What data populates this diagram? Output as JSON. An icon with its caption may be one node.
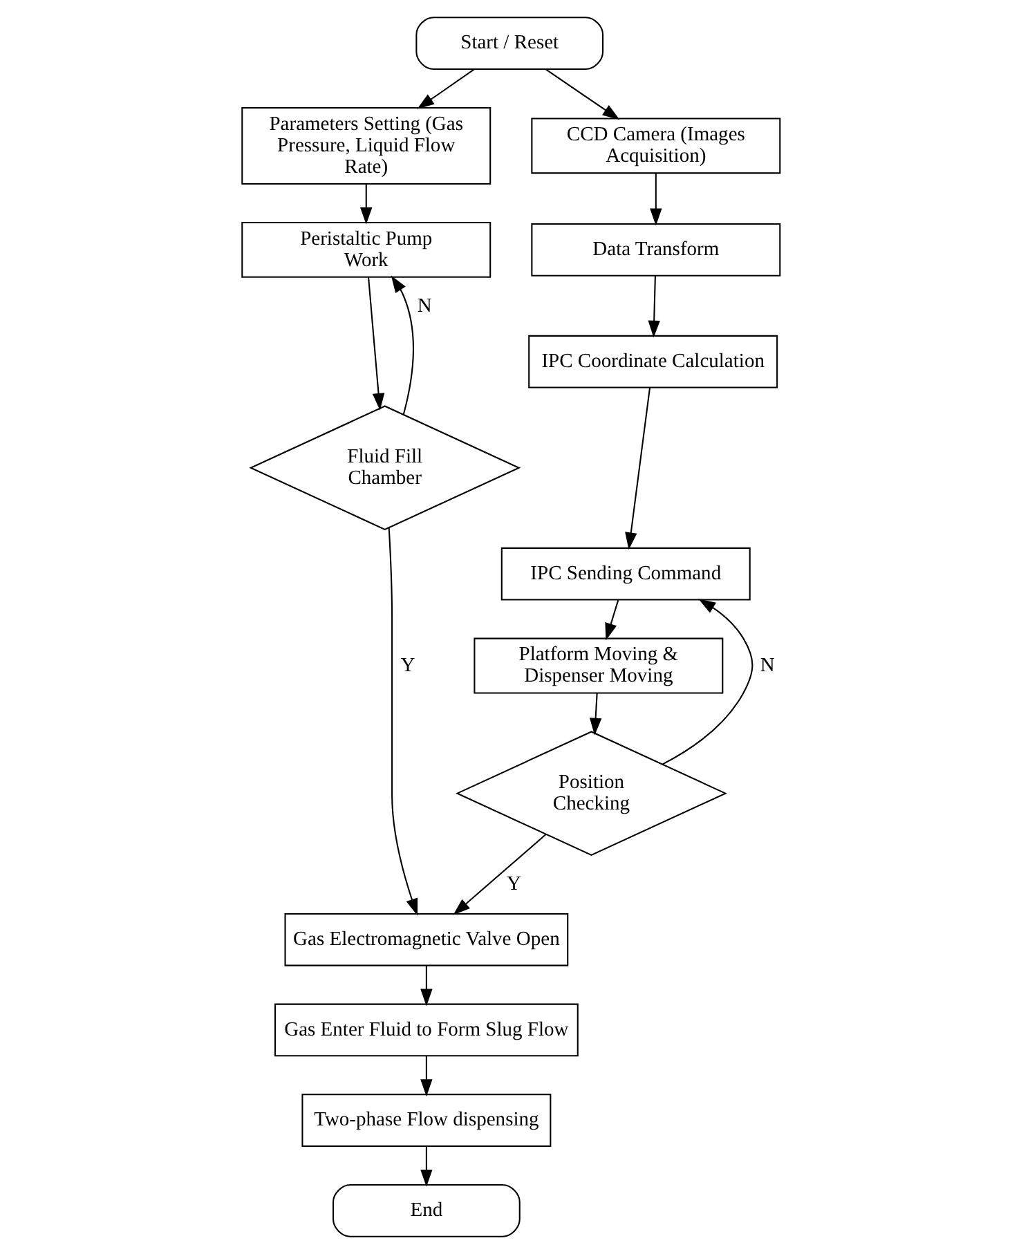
{
  "diagram": {
    "nodes": [
      {
        "text": [
          "Start / Reset"
        ]
      },
      {
        "text": [
          "Parameters Setting (Gas Pressure, Liquid Flow Rate)"
        ]
      },
      {
        "text": [
          "Peristaltic Pump Work"
        ]
      },
      {
        "text": [
          "Fluid Fill Chamber"
        ]
      },
      {
        "text": [
          "CCD Camera (Images Acquisition)"
        ]
      },
      {
        "text": [
          "Data Transform"
        ]
      },
      {
        "text": [
          "IPC Coordinate Calculation"
        ]
      },
      {
        "text": [
          "IPC Sending Command"
        ]
      },
      {
        "text": [
          "Platform Moving & Dispenser Moving"
        ]
      },
      {
        "text": [
          "Position Checking"
        ]
      },
      {
        "text": [
          "Gas Electromagnetic Valve Open"
        ]
      },
      {
        "text": [
          "Gas Enter Fluid to Form Slug Flow"
        ]
      },
      {
        "text": [
          "Two-phase Flow dispensing"
        ]
      },
      {
        "text": [
          "End"
        ]
      }
    ],
    "edges": [
      {
        "from": 0,
        "to": 1,
        "arrow": "to"
      },
      {
        "from": 0,
        "to": 4,
        "arrow": "to"
      },
      {
        "from": 1,
        "to": 2,
        "arrow": "to"
      },
      {
        "from": 2,
        "to": 3,
        "arrow": "to"
      },
      {
        "from": 3,
        "to": 2,
        "arrow": "to",
        "label": "N"
      },
      {
        "from": 3,
        "to": 10,
        "arrow": "to",
        "label": "Y"
      },
      {
        "from": 4,
        "to": 5,
        "arrow": "to"
      },
      {
        "from": 5,
        "to": 6,
        "arrow": "to"
      },
      {
        "from": 6,
        "to": 7,
        "arrow": "to"
      },
      {
        "from": 7,
        "to": 8,
        "arrow": "to"
      },
      {
        "from": 8,
        "to": 9,
        "arrow": "to"
      },
      {
        "from": 9,
        "to": 7,
        "arrow": "to",
        "label": "N"
      },
      {
        "from": 9,
        "to": 10,
        "arrow": "to",
        "label": "Y"
      },
      {
        "from": 10,
        "to": 11,
        "arrow": "to"
      },
      {
        "from": 11,
        "to": 12,
        "arrow": "to"
      },
      {
        "from": 12,
        "to": 13,
        "arrow": "to"
      }
    ]
  }
}
